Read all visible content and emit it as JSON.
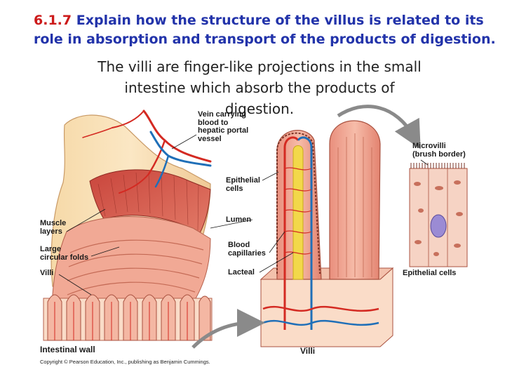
{
  "heading": {
    "number": "6.1.7",
    "text": "Explain how the structure of the villus is related to its role in absorption and transport of the products of digestion."
  },
  "subtitle": "The villi are finger-like projections in the small intestine which absorb the products of digestion.",
  "labels": {
    "vein": [
      "Vein carrying",
      "blood to",
      "hepatic portal",
      "vessel"
    ],
    "epithelial_cells": [
      "Epithelial",
      "cells"
    ],
    "lumen": "Lumen",
    "blood_capillaries": [
      "Blood",
      "capillaries"
    ],
    "lacteal": "Lacteal",
    "muscle_layers": [
      "Muscle",
      "layers"
    ],
    "circular_folds": [
      "Large",
      "circular folds"
    ],
    "villi_left": "Villi",
    "intestinal_wall": "Intestinal wall",
    "villi_bottom": "Villi",
    "microvilli": [
      "Microvilli",
      "(brush border)"
    ],
    "epithelial_cells_right": "Epithelial cells"
  },
  "copyright": "Copyright © Pearson Education, Inc., publishing as Benjamin Cummings.",
  "colors": {
    "heading_blue": "#2233aa",
    "heading_red": "#cc1a1a",
    "tissue_pink": "#f1a995",
    "tissue_light": "#fadcc8",
    "artery_red": "#d42a22",
    "vein_blue": "#1f6fb8",
    "lacteal_yellow": "#f2d84a",
    "arrow_gray": "#8a8a8a"
  }
}
